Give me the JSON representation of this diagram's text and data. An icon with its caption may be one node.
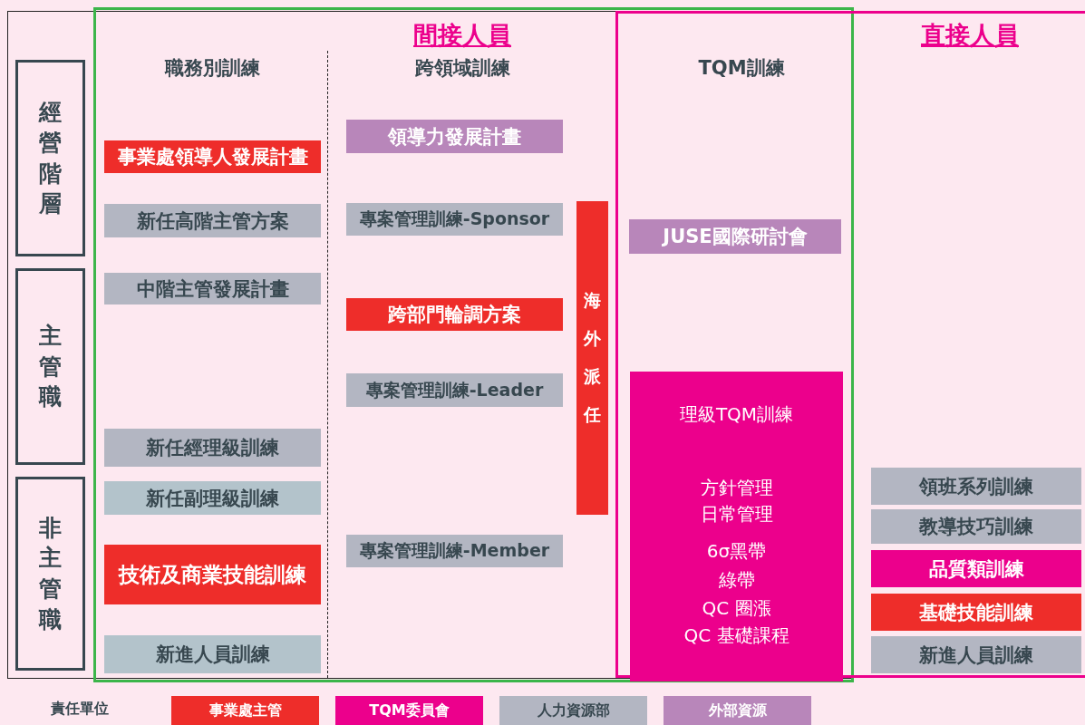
{
  "diagram": {
    "nodes": [
      {
        "text": [
          "間接人員"
        ]
      },
      {
        "text": [
          "直接人員"
        ]
      },
      {
        "text": [
          "經營階層"
        ]
      },
      {
        "text": [
          "主管職"
        ]
      },
      {
        "text": [
          "非主管職"
        ]
      },
      {
        "text": [
          "事業處領導人發展計畫"
        ],
        "in": 0
      },
      {
        "text": [
          "新任高階主管方案"
        ],
        "in": 0
      },
      {
        "text": [
          "中階主管發展計畫"
        ],
        "in": 0
      },
      {
        "text": [
          "新任經理級訓練"
        ],
        "in": 0
      },
      {
        "text": [
          "新任副理級訓練"
        ],
        "in": 0
      },
      {
        "text": [
          "技術及商業技能訓練"
        ],
        "in": 0
      },
      {
        "text": [
          "新進人員訓練"
        ],
        "in": 0
      },
      {
        "text": [
          "領導力發展計畫"
        ],
        "in": 0
      },
      {
        "text": [
          "專案管理訓練-Sponsor"
        ],
        "in": 0
      },
      {
        "text": [
          "跨部門輪調方案"
        ],
        "in": 0
      },
      {
        "text": [
          "專案管理訓練-Leader"
        ],
        "in": 0
      },
      {
        "text": [
          "專案管理訓練-Member"
        ],
        "in": 0
      },
      {
        "text": [
          "海外派任"
        ],
        "in": 0
      },
      {
        "text": [
          "JUSE國際研討會"
        ]
      },
      {
        "text": [
          "理級TQM訓練",
          "方針管理",
          "日常管理",
          "6σ黑帶",
          "綠帶",
          "QC 圈漲",
          "QC 基礎課程"
        ]
      },
      {
        "text": [
          "領班系列訓練"
        ],
        "in": 1
      },
      {
        "text": [
          "教導技巧訓練"
        ],
        "in": 1
      },
      {
        "text": [
          "品質類訓練"
        ],
        "in": 1
      },
      {
        "text": [
          "基礎技能訓練"
        ],
        "in": 1
      },
      {
        "text": [
          "新進人員訓練"
        ],
        "in": 1
      }
    ],
    "labels": [
      "職務別訓練",
      "跨領域訓練",
      "TQM訓練",
      "責任單位"
    ],
    "legend": [
      {
        "text": "事業處主管",
        "color": "#ee2d2a"
      },
      {
        "text": "TQM委員會",
        "color": "#ec008c"
      },
      {
        "text": "人力資源部",
        "color": "#b3b6c2"
      },
      {
        "text": "外部資源",
        "color": "#b886ba"
      }
    ]
  }
}
